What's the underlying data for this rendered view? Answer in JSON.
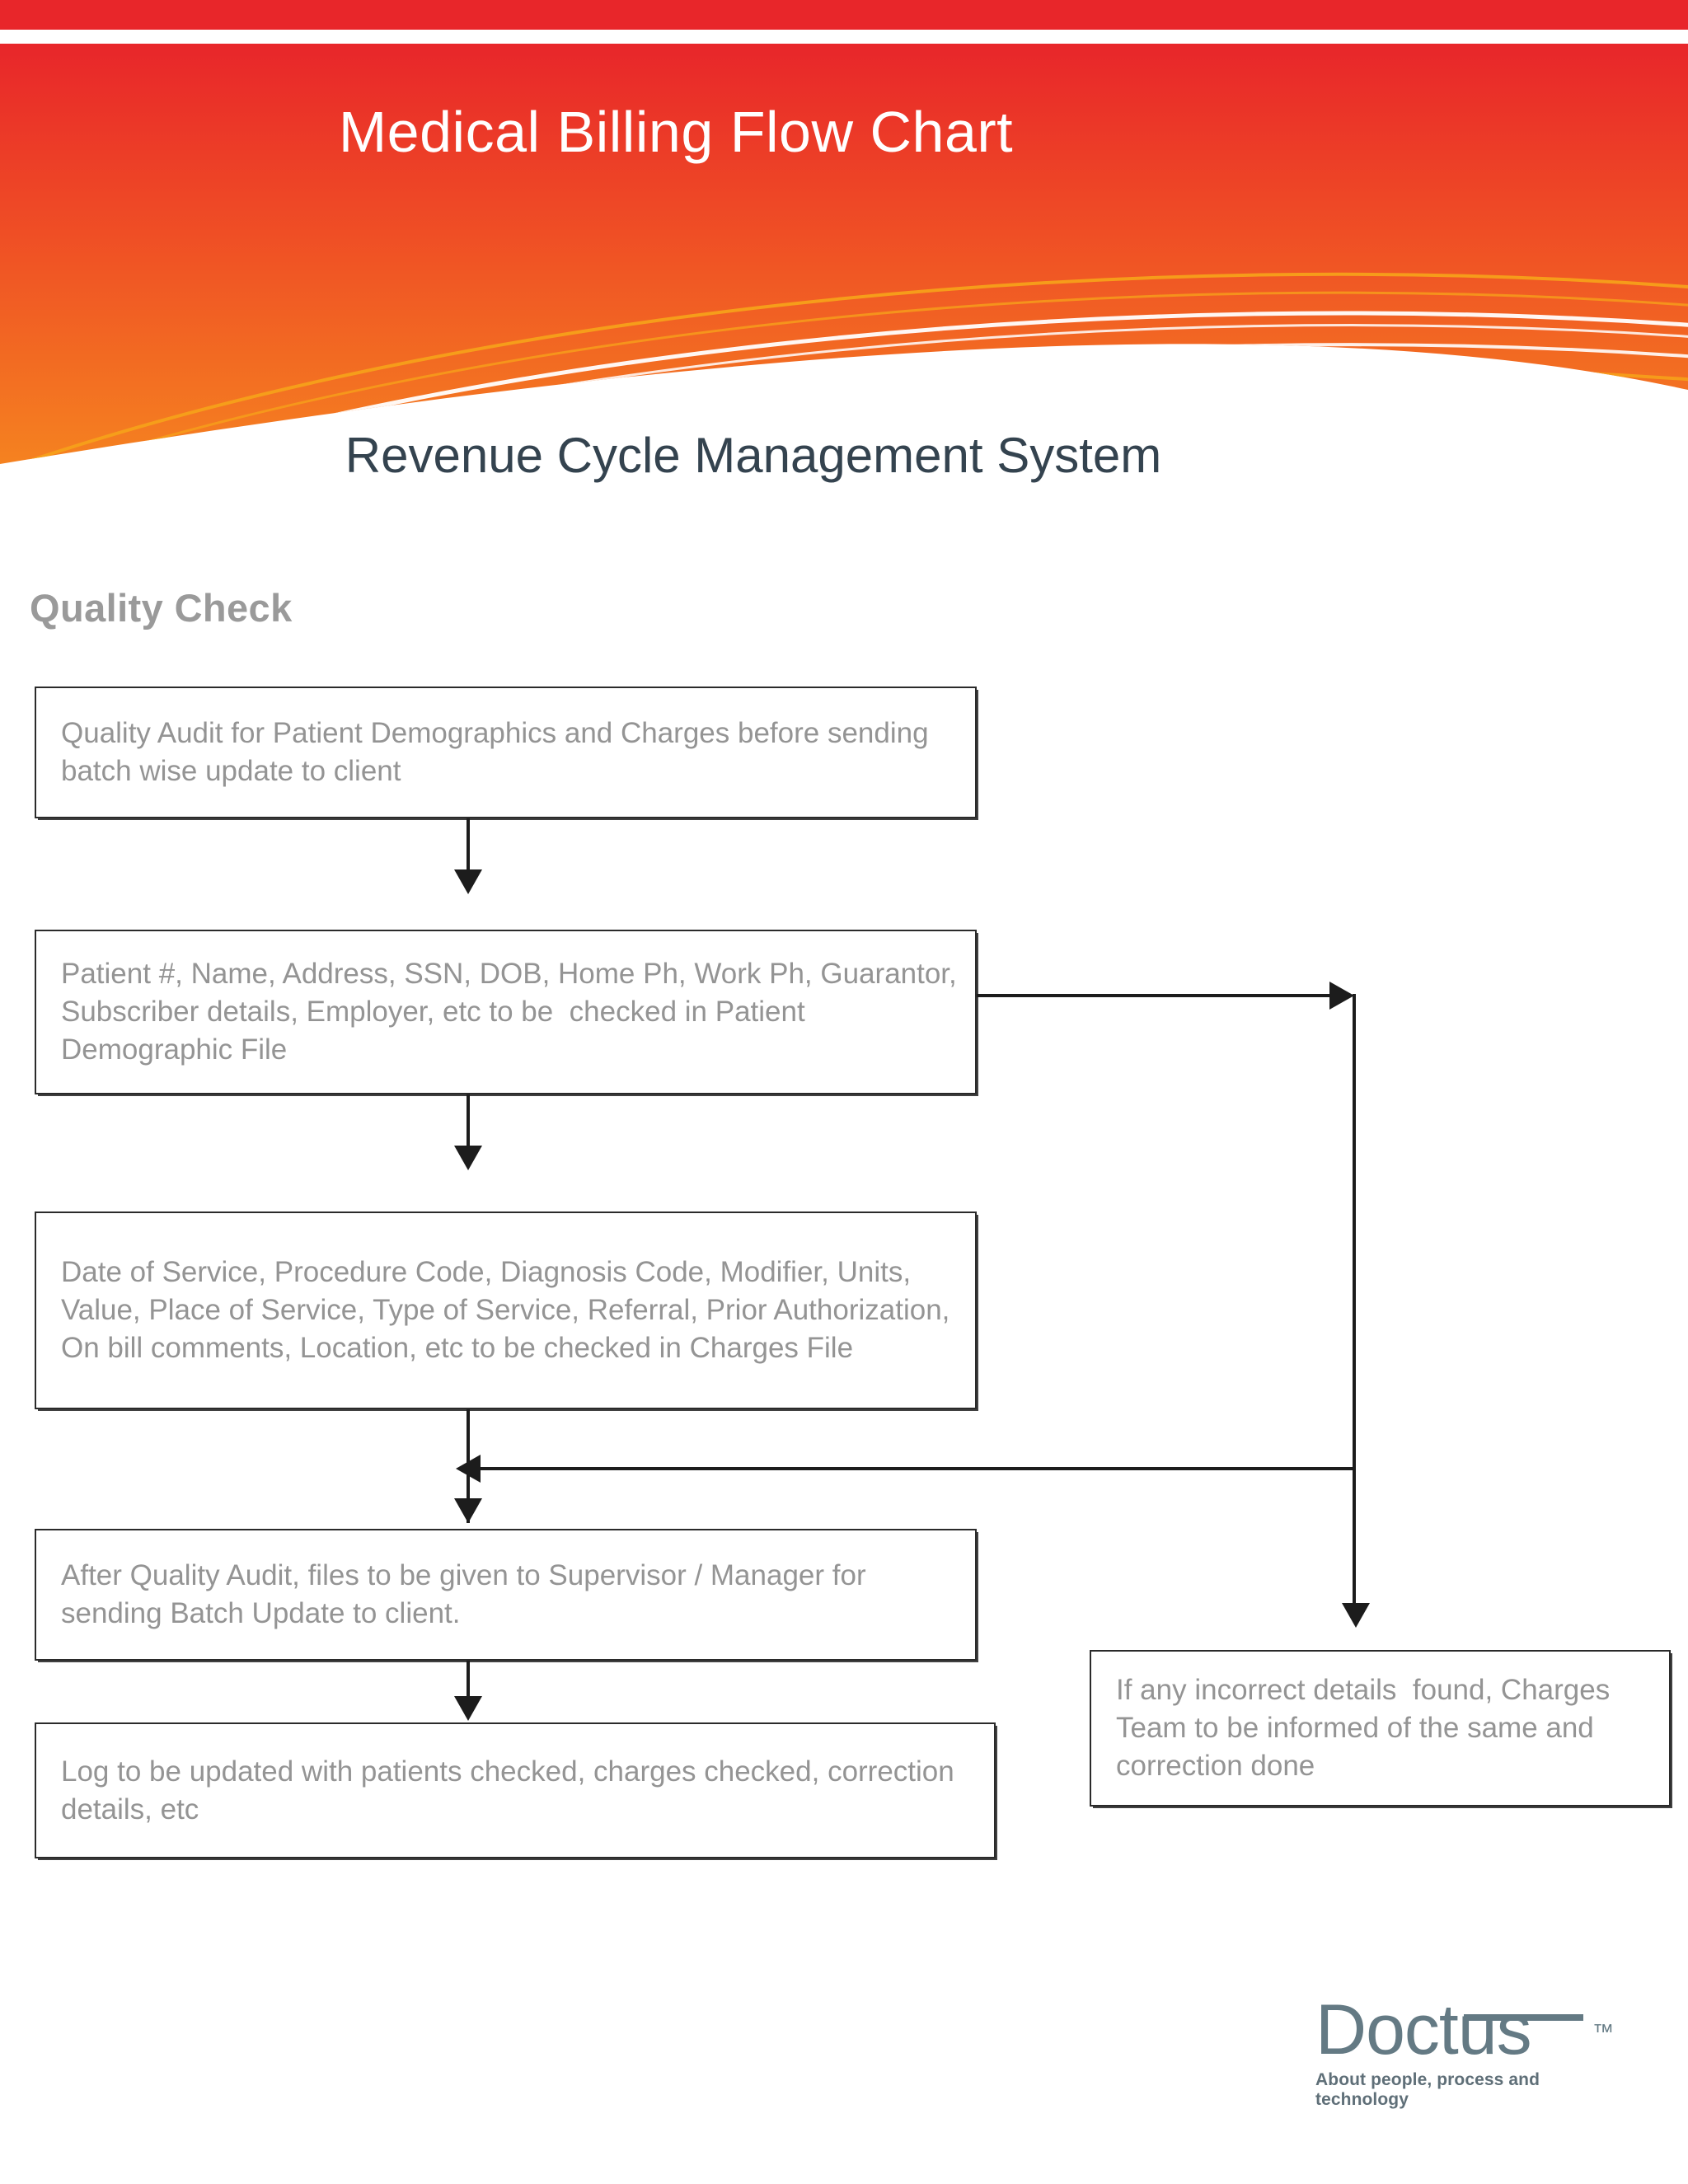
{
  "header": {
    "title": "Medical Billing Flow Chart",
    "accent_red": "#e8262a",
    "accent_orange": "#f47b20"
  },
  "subtitle": "Revenue Cycle Management System",
  "section_heading": "Quality Check",
  "chart_data": {
    "type": "diagram",
    "title": "Medical Billing Flow Chart",
    "subtitle": "Revenue Cycle Management System",
    "section": "Quality Check",
    "nodes": [
      {
        "id": "quality-audit",
        "text": "Quality Audit for Patient Demographics and Charges before sending batch wise update to client"
      },
      {
        "id": "demographics",
        "text": "Patient #, Name, Address, SSN, DOB, Home Ph, Work Ph, Guarantor, Subscriber details, Employer, etc to be  checked in Patient Demographic File"
      },
      {
        "id": "charges",
        "text": "Date of Service, Procedure Code, Diagnosis Code, Modifier, Units, Value, Place of Service, Type of Service, Referral, Prior Authorization, On bill comments, Location, etc to be checked in Charges File"
      },
      {
        "id": "supervisor",
        "text": "After Quality Audit, files to be given to Supervisor / Manager for sending Batch Update to client."
      },
      {
        "id": "log",
        "text": "Log to be updated with patients checked, charges checked, correction details, etc"
      },
      {
        "id": "incorrect",
        "text": "If any incorrect details  found, Charges Team to be informed of the same and correction done"
      }
    ],
    "edges": [
      {
        "from": "quality-audit",
        "to": "demographics",
        "direction": "down"
      },
      {
        "from": "demographics",
        "to": "charges",
        "direction": "down"
      },
      {
        "from": "charges",
        "to": "supervisor",
        "direction": "down"
      },
      {
        "from": "supervisor",
        "to": "log",
        "direction": "down"
      },
      {
        "from": "demographics",
        "to": "incorrect",
        "direction": "right-then-down"
      },
      {
        "from": "incorrect-path",
        "to": "supervisor",
        "direction": "left"
      }
    ]
  },
  "logo": {
    "wordmark": "Doctus",
    "trademark": "™",
    "tagline": "About people, process and technology",
    "color": "#647a84"
  }
}
